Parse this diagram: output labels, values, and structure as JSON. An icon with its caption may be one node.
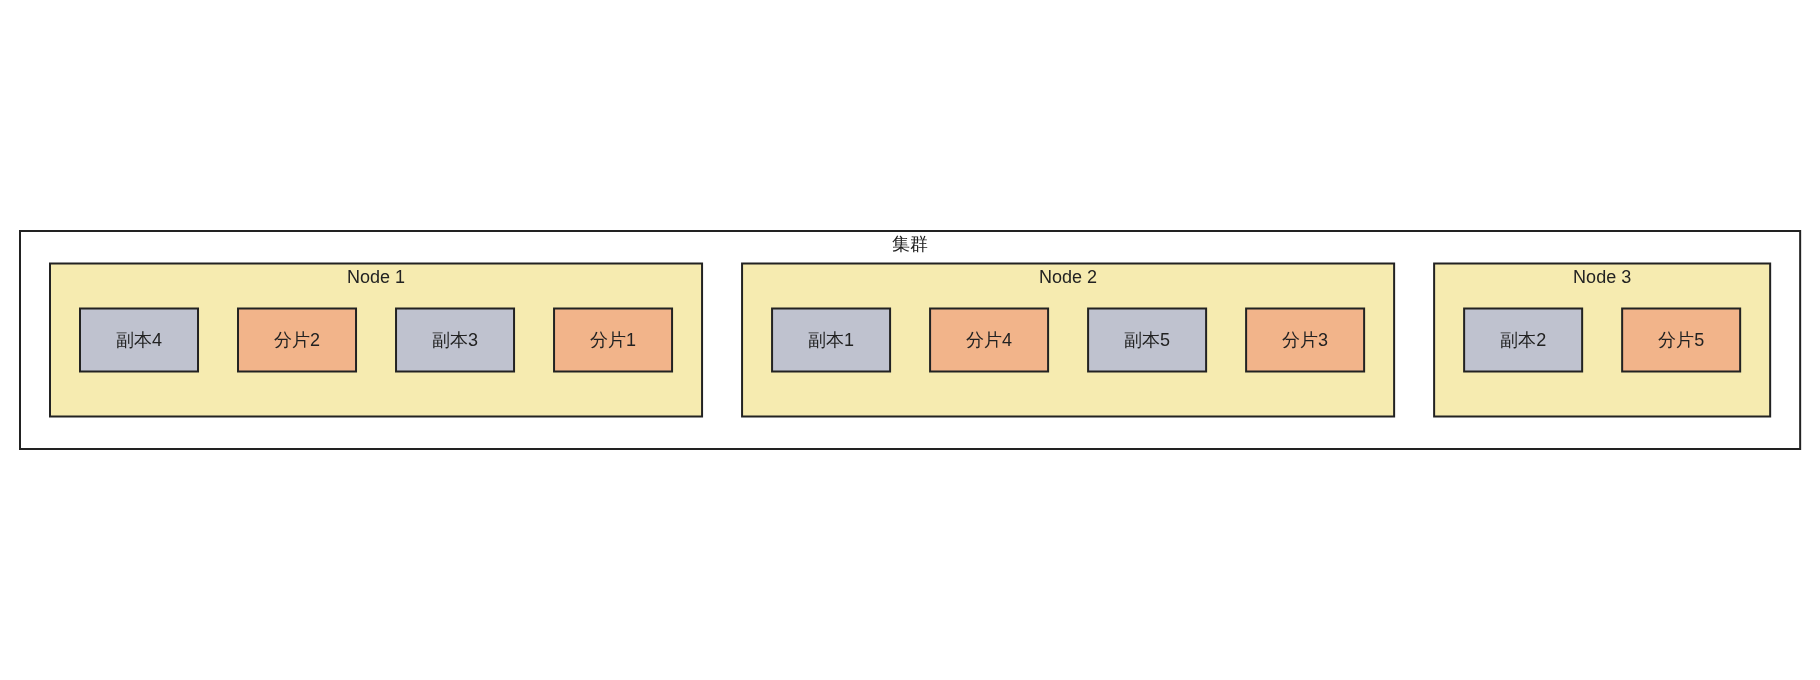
{
  "diagram": {
    "nodes": [
      {
        "text": [
          "集群"
        ]
      },
      {
        "text": [
          "Node 1"
        ],
        "in": 0
      },
      {
        "text": [
          "分片1"
        ],
        "in": 1
      },
      {
        "text": [
          "副本3"
        ],
        "in": 1
      },
      {
        "text": [
          "分片2"
        ],
        "in": 1
      },
      {
        "text": [
          "副本4"
        ],
        "in": 1
      },
      {
        "text": [
          "Node 2"
        ],
        "in": 0
      },
      {
        "text": [
          "分片3"
        ],
        "in": 6
      },
      {
        "text": [
          "副本5"
        ],
        "in": 6
      },
      {
        "text": [
          "分片4"
        ],
        "in": 6
      },
      {
        "text": [
          "副本1"
        ],
        "in": 6
      },
      {
        "text": [
          "Node 3"
        ],
        "in": 0
      },
      {
        "text": [
          "分片5"
        ],
        "in": 11
      },
      {
        "text": [
          "副本2"
        ],
        "in": 11
      }
    ],
    "edges": []
  }
}
